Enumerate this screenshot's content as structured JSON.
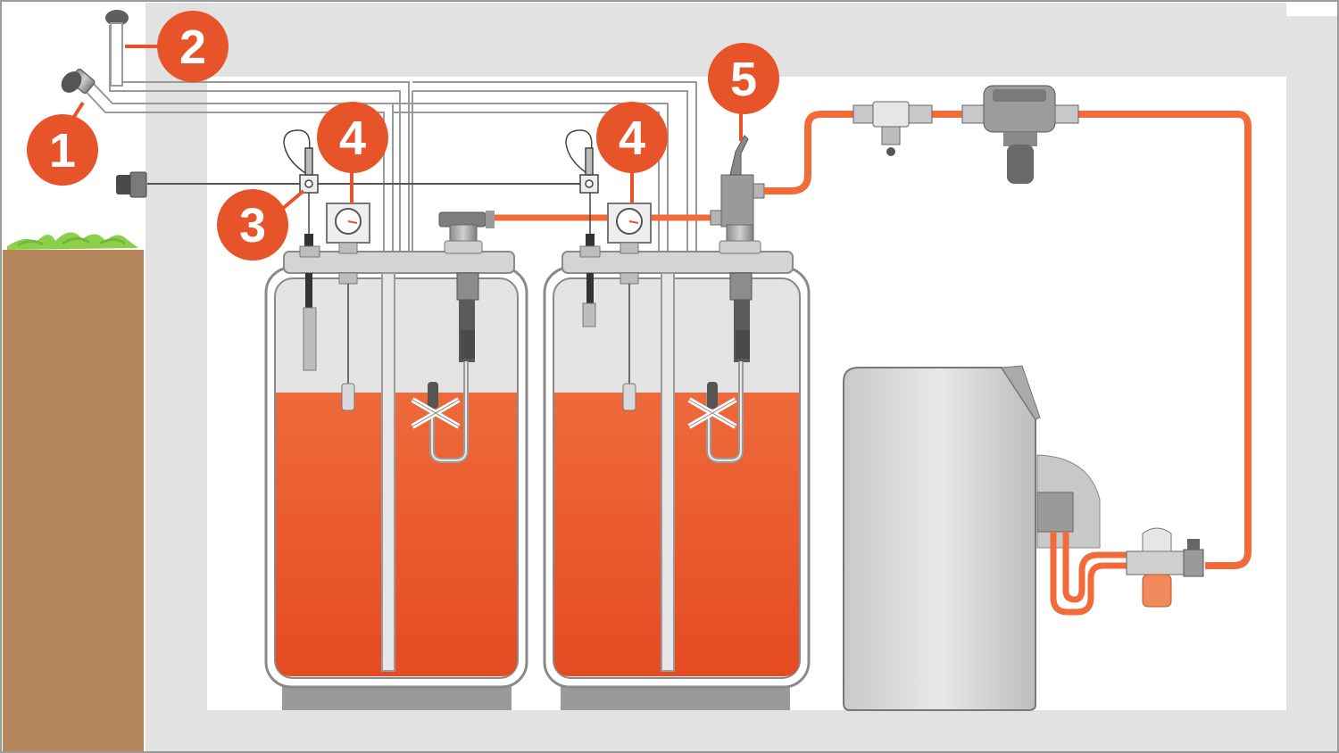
{
  "callouts": [
    {
      "id": "fill-connection",
      "label": "1"
    },
    {
      "id": "vent-pipe",
      "label": "2"
    },
    {
      "id": "overfill-sensor",
      "label": "3"
    },
    {
      "id": "level-gauge-tank-1",
      "label": "4"
    },
    {
      "id": "level-gauge-tank-2",
      "label": "4"
    },
    {
      "id": "extraction-valve",
      "label": "5"
    }
  ],
  "colors": {
    "oil": "#ea5a2c",
    "oil_line": "#f26b3a",
    "callout": "#e8542a",
    "soil": "#b5875a",
    "grass": "#8ccf4a",
    "wall": "#e2e2e2",
    "outline": "#8a8a8a",
    "boiler": "#d6d6d6"
  }
}
